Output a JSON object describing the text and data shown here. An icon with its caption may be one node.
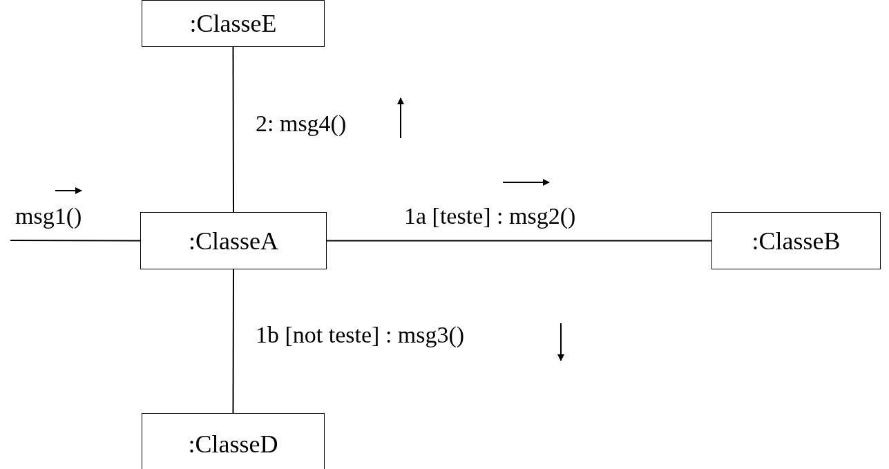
{
  "diagram": {
    "nodes": [
      {
        "text": [
          ":ClasseE"
        ]
      },
      {
        "text": [
          ":ClasseA"
        ]
      },
      {
        "text": [
          ":ClasseB"
        ]
      },
      {
        "text": [
          ":ClasseD"
        ]
      }
    ],
    "edges": [
      {
        "from": null,
        "to": 1,
        "arrow": "none",
        "label": "msg1()"
      },
      {
        "from": 1,
        "to": 2,
        "arrow": "none",
        "label": "1a [teste] : msg2()"
      },
      {
        "from": 1,
        "to": 0,
        "arrow": "none",
        "label": "2: msg4()"
      },
      {
        "from": 1,
        "to": 3,
        "arrow": "none",
        "label": "1b [not teste] : msg3()"
      }
    ]
  }
}
